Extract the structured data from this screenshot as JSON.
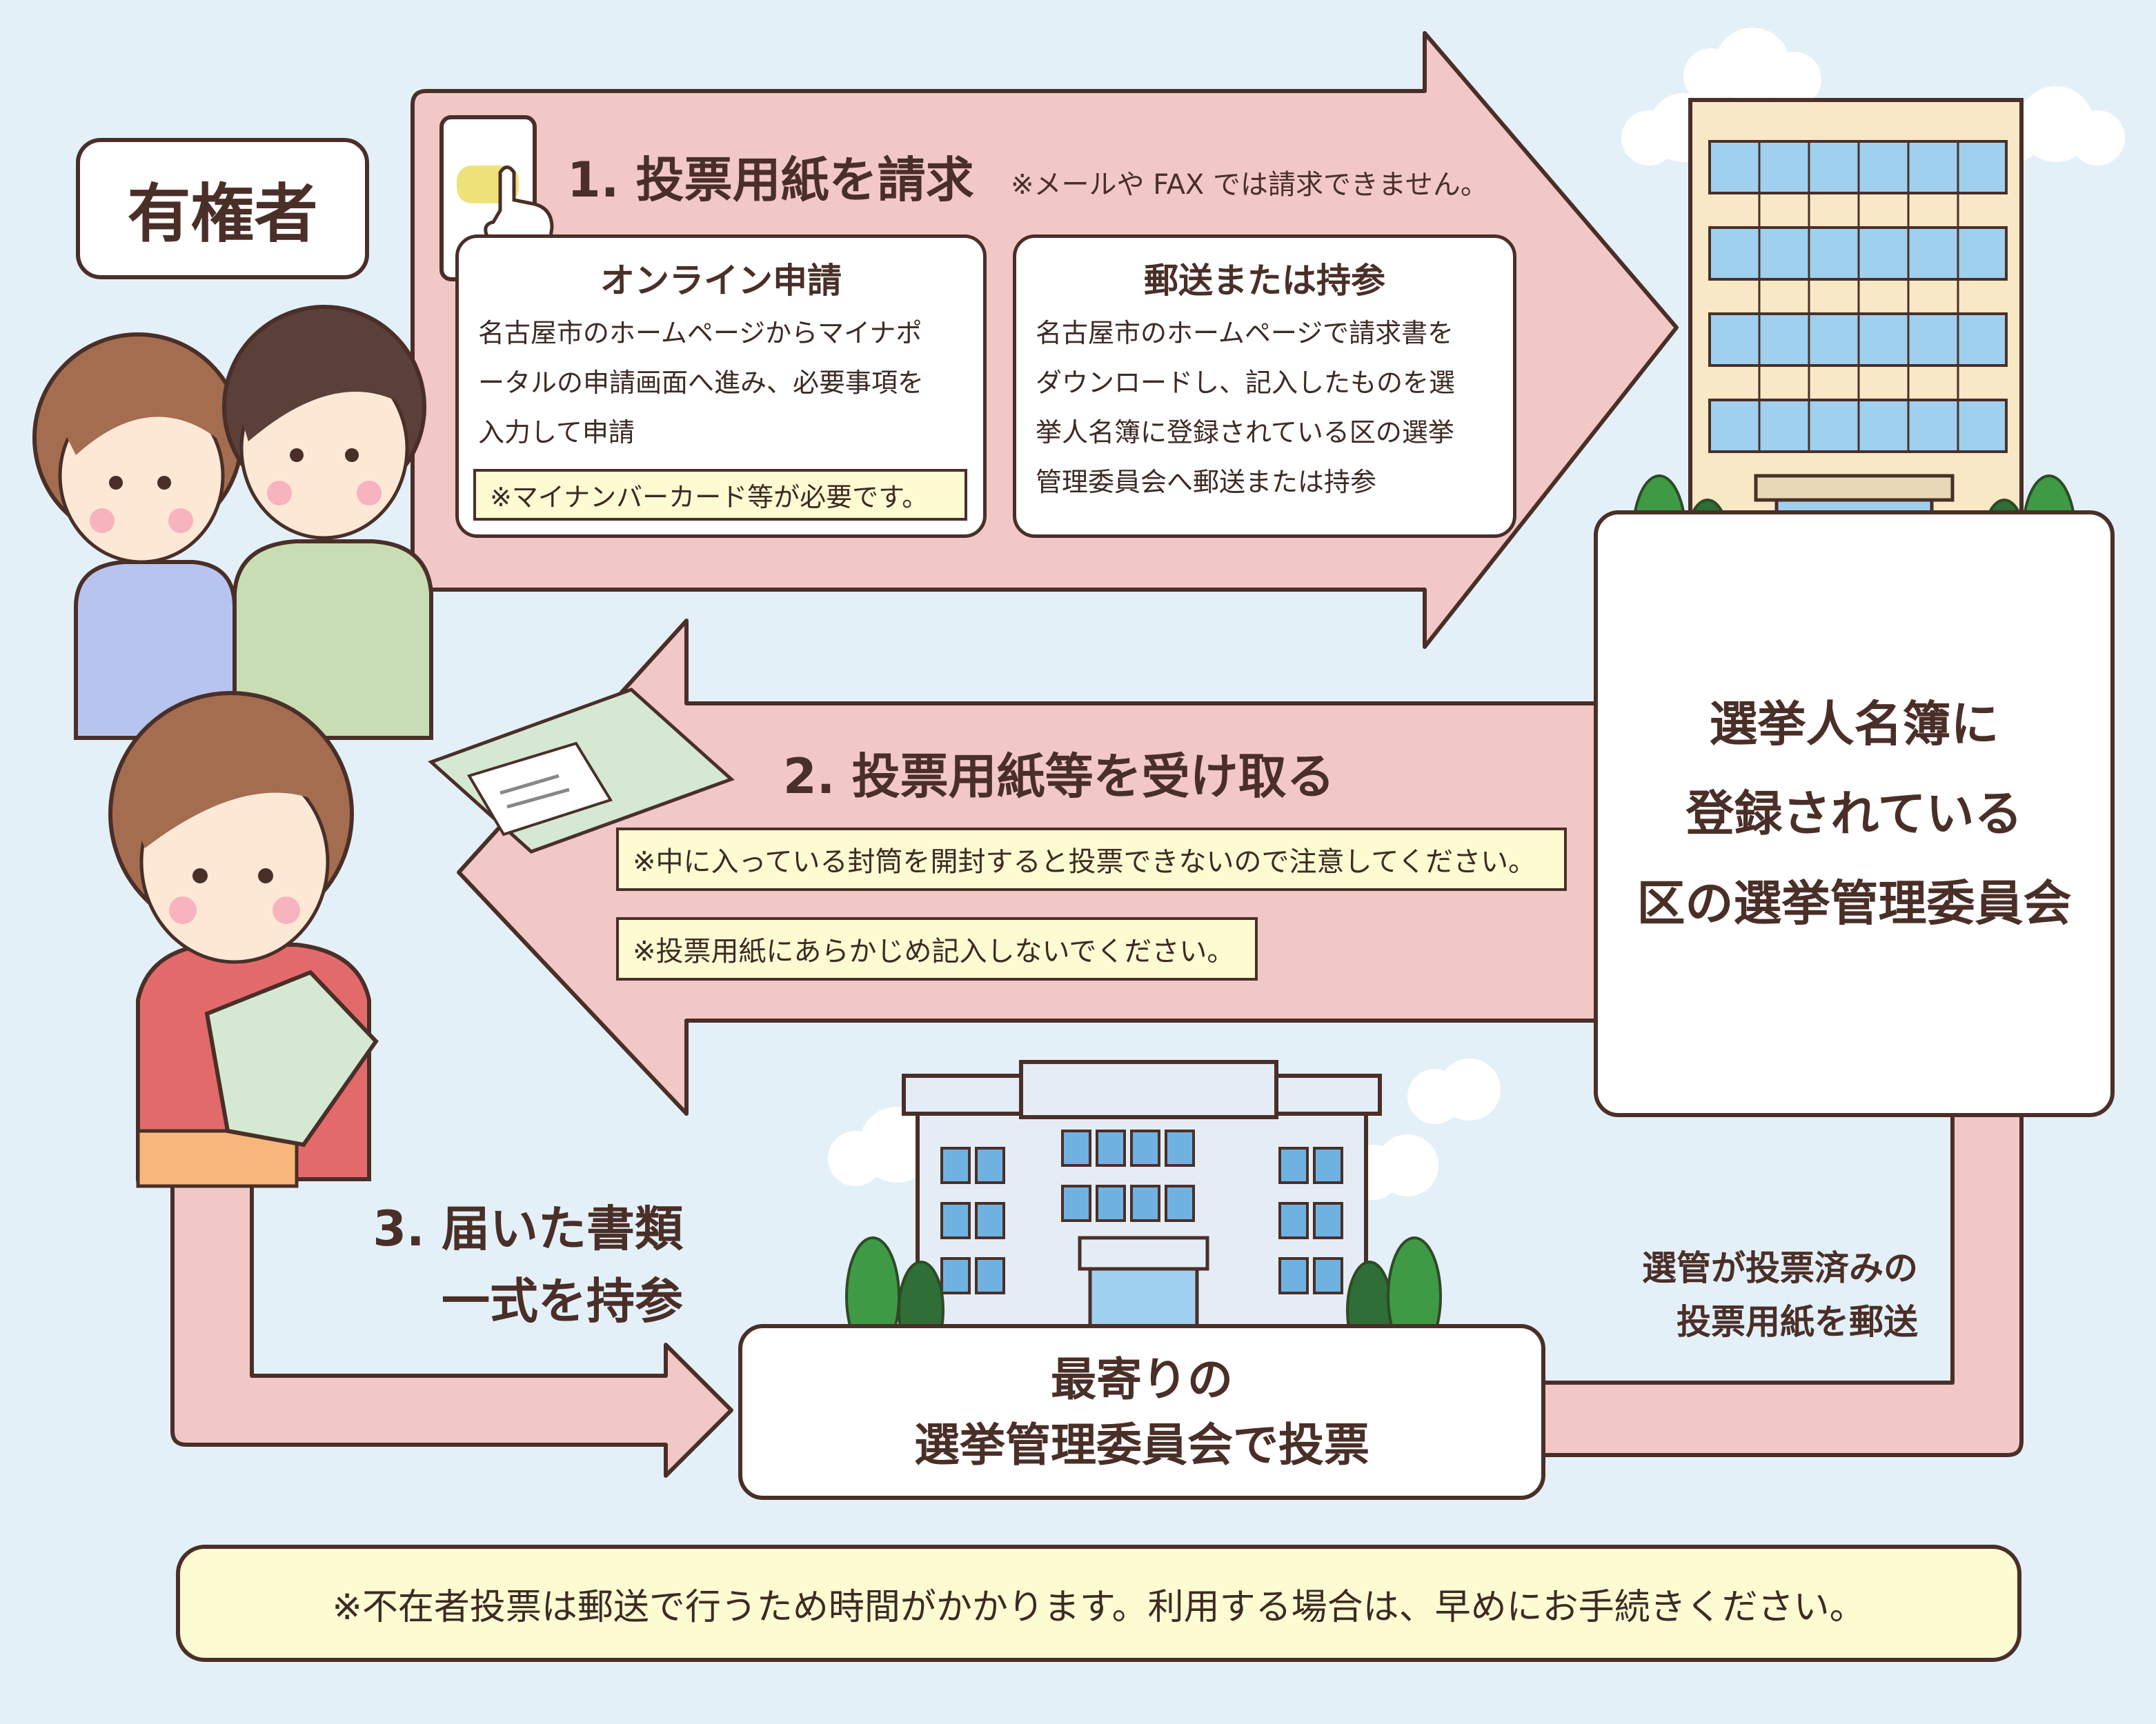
{
  "voter_label": "有権者",
  "step1": {
    "title": "1. 投票用紙を請求",
    "caution": "※メールや FAX では請求できません。",
    "online": {
      "title": "オンライン申請",
      "body_lines": [
        "名古屋市のホームページからマイナポ",
        "ータルの申請画面へ進み、必要事項を",
        "入力して申請"
      ],
      "note": "※マイナンバーカード等が必要です。"
    },
    "mail": {
      "title": "郵送または持参",
      "body_lines": [
        "名古屋市のホームページで請求書を",
        "ダウンロードし、記入したものを選",
        "挙人名簿に登録されている区の選挙",
        "管理委員会へ郵送または持参"
      ]
    }
  },
  "step2": {
    "title": "2. 投票用紙等を受け取る",
    "note1": "※中に入っている封筒を開封すると投票できないので注意してください。",
    "note2": "※投票用紙にあらかじめ記入しないでください。"
  },
  "registry_office_lines": [
    "選挙人名簿に",
    "登録されている",
    "区の選挙管理委員会"
  ],
  "step3_lines": [
    "3. 届いた書類",
    "一式を持参"
  ],
  "nearest_office_lines": [
    "最寄りの",
    "選挙管理委員会で投票"
  ],
  "mail_back_lines": [
    "選管が投票済みの",
    "投票用紙を郵送"
  ],
  "footer_note": "※不在者投票は郵送で行うため時間がかかります。利用する場合は、早めにお手続きください。",
  "colors": {
    "background": "#e4f0f8",
    "arrow_fill": "#f2c8c6",
    "outline": "#4a2f28",
    "note_fill": "#fdfbd2",
    "accent_yellow": "#efe27a",
    "tree_green": "#3f9a45"
  },
  "icons": [
    "smartphone-tap-icon",
    "envelope-icon",
    "ballot-card-icon",
    "building-icon",
    "tree-icon",
    "cloud-icon",
    "person-icon"
  ]
}
